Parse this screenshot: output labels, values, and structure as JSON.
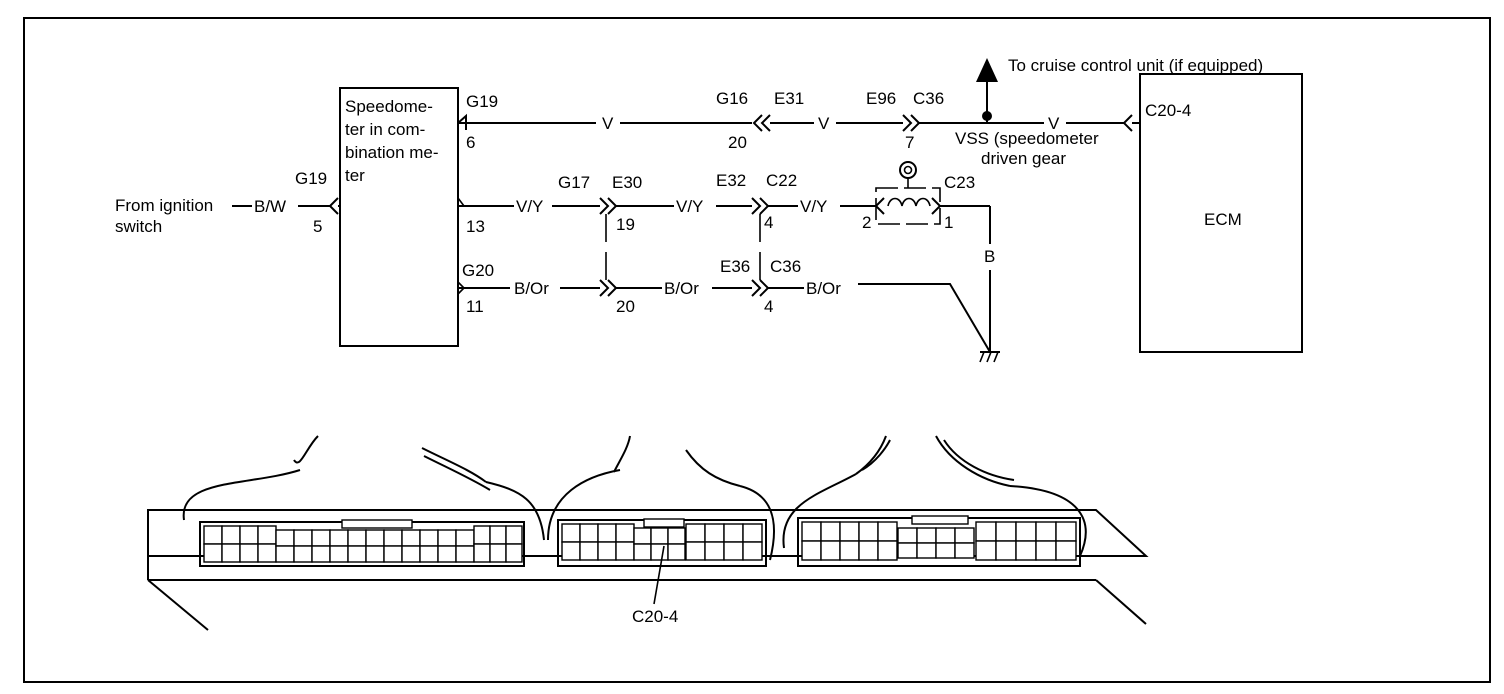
{
  "colors": {
    "ink": "#000000",
    "paper": "#ffffff"
  },
  "top_note": "To cruise control unit (if equipped)",
  "speedometer": {
    "line1": "Speedome-",
    "line2": "ter in com-",
    "line3": "bination me-",
    "line4": "ter"
  },
  "ecm_label": "ECM",
  "ignition": {
    "line1": "From ignition",
    "line2": "switch",
    "wire": "B/W",
    "connector": "G19",
    "pin": "5"
  },
  "vss": {
    "line1": "VSS (speedometer",
    "line2": "driven gear"
  },
  "connectors": {
    "g19_top": "G19",
    "pin6": "6",
    "g16": "G16",
    "e31": "E31",
    "pin20_top": "20",
    "e96": "E96",
    "c36_top": "C36",
    "pin7": "7",
    "c20_4": "C20-4",
    "pin13": "13",
    "g17": "G17",
    "e30": "E30",
    "pin19": "19",
    "e32": "E32",
    "c22": "C22",
    "pin4_mid": "4",
    "c23": "C23",
    "pin2": "2",
    "pin1": "1",
    "g20": "G20",
    "pin11": "11",
    "pin20_bot": "20",
    "e36": "E36",
    "c36_bot": "C36",
    "pin4_bot": "4"
  },
  "wires": {
    "v1": "V",
    "v2": "V",
    "v3": "V",
    "vy1": "V/Y",
    "vy2": "V/Y",
    "vy3": "V/Y",
    "bor1": "B/Or",
    "bor2": "B/Or",
    "bor3": "B/Or",
    "b": "B"
  },
  "bottom_callout": "C20-4"
}
